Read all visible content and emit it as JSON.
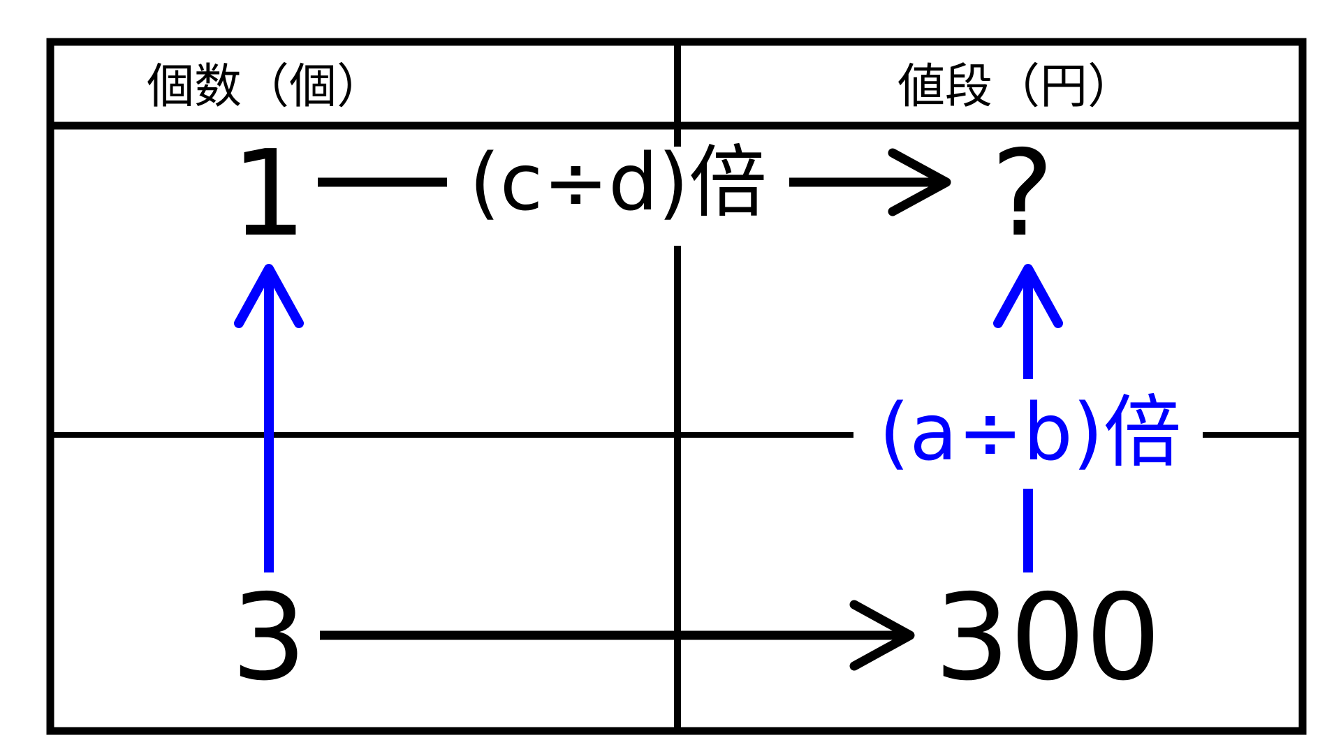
{
  "table": {
    "headers": [
      "個数（個）",
      "値段（円）"
    ]
  },
  "values": {
    "count_top": "1",
    "count_bottom": "3",
    "price_top": "?",
    "price_bottom": "300"
  },
  "labels": {
    "horizontal_multiplier": "(c÷d)倍",
    "vertical_multiplier": "(a÷b)倍"
  },
  "colors": {
    "black": "#000000",
    "blue": "#0000ff",
    "background": "#ffffff"
  }
}
